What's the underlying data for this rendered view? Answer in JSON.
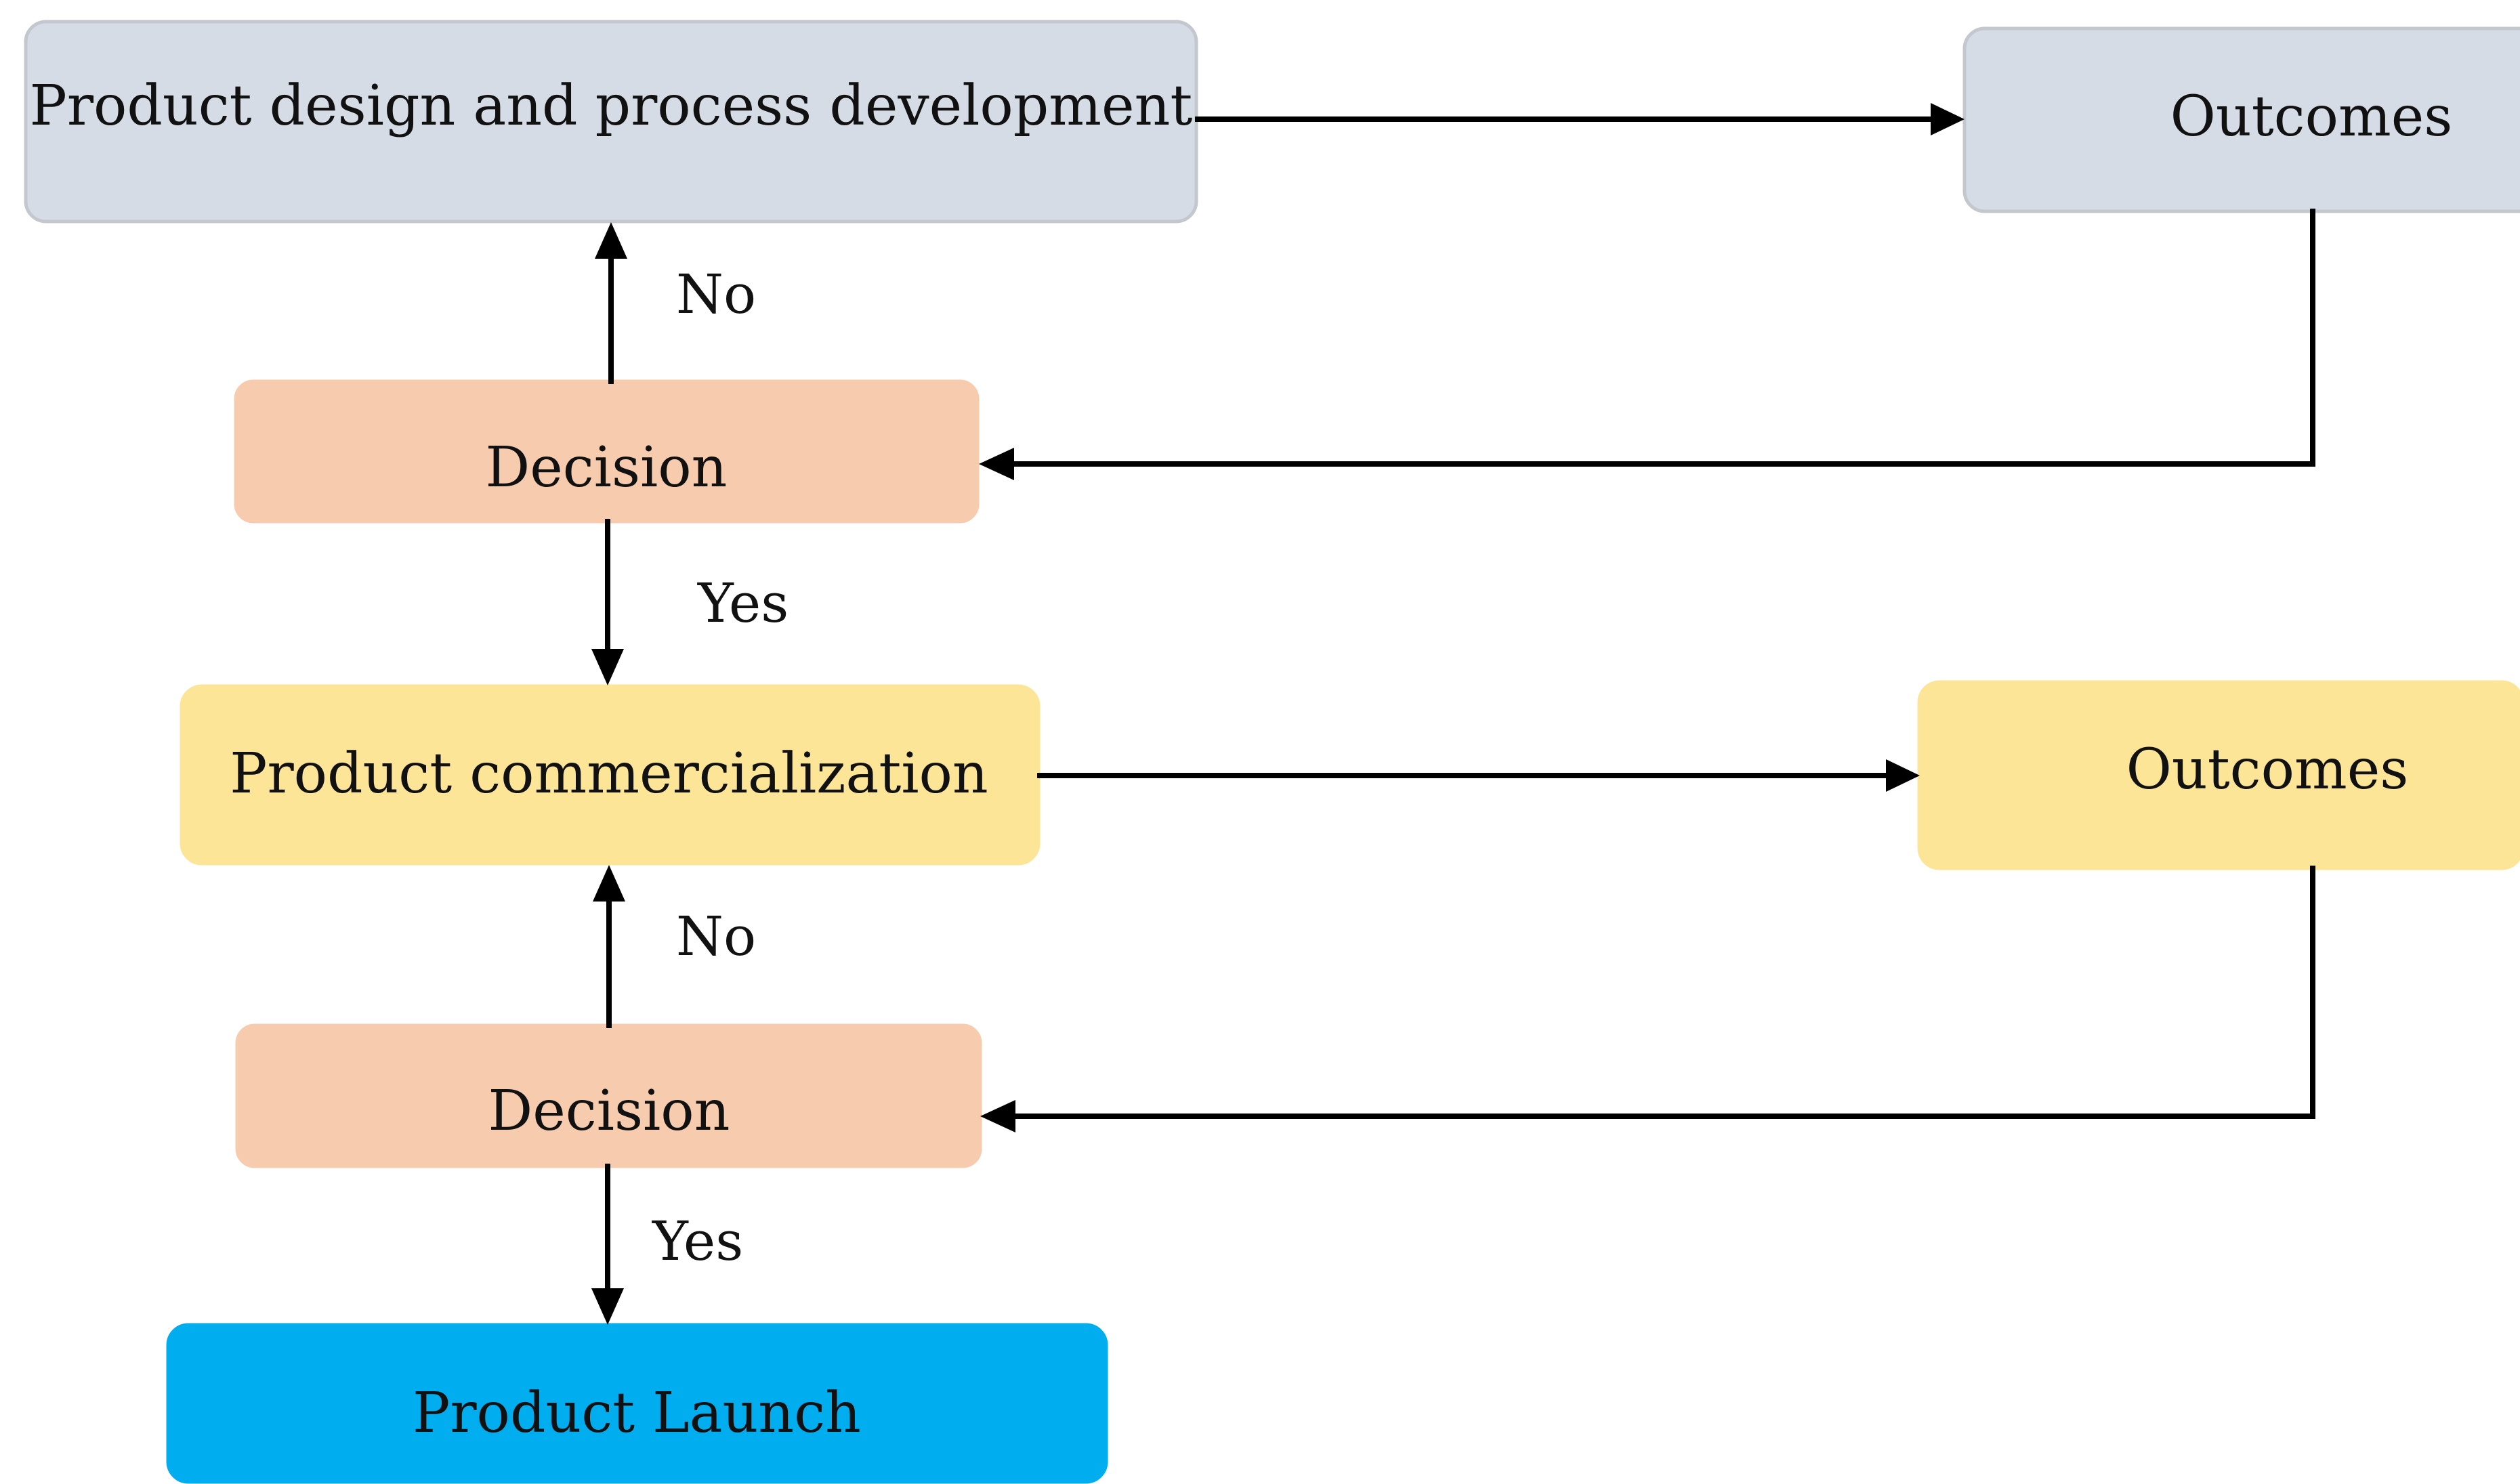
{
  "nodes": {
    "design": {
      "label": "Product design and process development",
      "color": "#d6dce5",
      "border": "#c4c8ce"
    },
    "outcomes_top": {
      "label": "Outcomes",
      "color": "#d6dce5",
      "border": "#c4c8ce"
    },
    "decision_top": {
      "label": "Decision",
      "color": "#f7cbad",
      "border": "#f7cbad"
    },
    "commercialization": {
      "label": "Product commercialization",
      "color": "#fde597",
      "border": "#fde597"
    },
    "outcomes_mid": {
      "label": "Outcomes",
      "color": "#fde597",
      "border": "#fde597"
    },
    "decision_bottom": {
      "label": "Decision",
      "color": "#f7cbad",
      "border": "#f7cbad"
    },
    "launch": {
      "label": "Product Launch",
      "color": "#00aeef",
      "border": "#00aeef"
    }
  },
  "edges": {
    "no_top": {
      "label": "No"
    },
    "yes_top": {
      "label": "Yes"
    },
    "no_bottom": {
      "label": "No"
    },
    "yes_bottom": {
      "label": "Yes"
    }
  }
}
